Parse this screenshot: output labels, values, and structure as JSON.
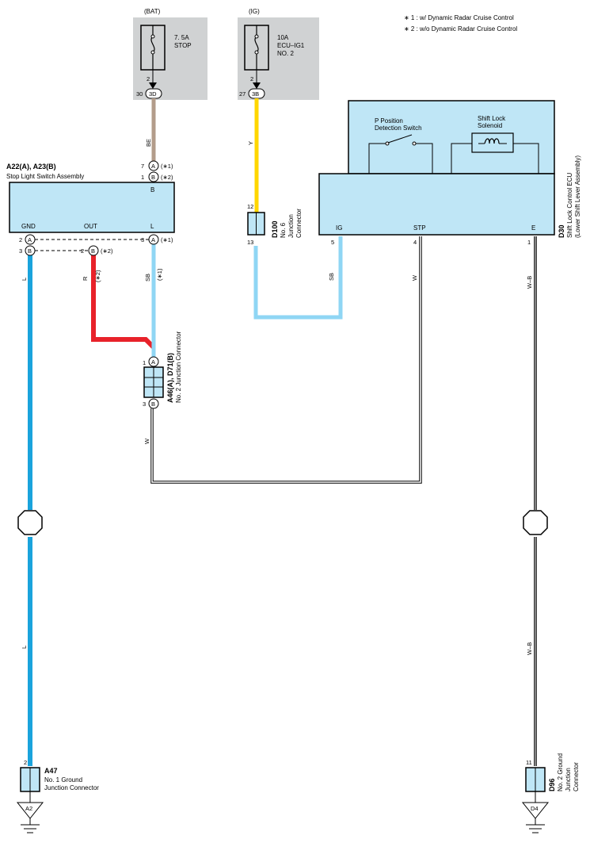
{
  "legend": {
    "note1": "∗ 1 : w/ Dynamic Radar Cruise Control",
    "note2": "∗ 2 : w/o Dynamic Radar Cruise Control"
  },
  "fuses": {
    "bat": {
      "source": "(BAT)",
      "rating": "7. 5A",
      "name": "STOP",
      "pin": "2",
      "connector": "3D",
      "conn_pin": "30"
    },
    "ig": {
      "source": "(IG)",
      "rating": "10A",
      "name1": "ECU–IG1",
      "name2": "NO. 2",
      "pin": "2",
      "connector": "3B",
      "conn_pin": "27"
    }
  },
  "wires": {
    "be": "BE",
    "y": "Y",
    "l_top": "L",
    "l_bottom": "L",
    "r": "R",
    "sb_left": "SB",
    "sb_mid": "SB",
    "w_left": "W",
    "w_right": "W",
    "wb_top": "W–B",
    "wb_bottom": "W–B",
    "star1_sb": "(∗1)",
    "star2_r": "(∗2)"
  },
  "stop_light_switch": {
    "id": "A22(A), A23(B)",
    "name": "Stop Light Switch Assembly",
    "terminal_b": "B",
    "terminal_gnd": "GND",
    "terminal_out": "OUT",
    "terminal_l": "L",
    "pin_top_a": "7",
    "conn_top_a": "A",
    "note_top_a": "(∗1)",
    "pin_top_b": "1",
    "conn_top_b": "B",
    "note_top_b": "(∗2)",
    "pin_gnd_a": "2",
    "conn_gnd_a": "A",
    "pin_gnd_b": "3",
    "conn_gnd_b": "B",
    "pin_out_b": "2",
    "conn_out_b": "B",
    "note_out_b": "(∗2)",
    "pin_l_a": "3",
    "conn_l_a": "A",
    "note_l_a": "(∗1)"
  },
  "d100": {
    "id": "D100",
    "line1": "No. 6",
    "line2": "Junction",
    "line3": "Connector",
    "pin_in": "12",
    "pin_out": "13"
  },
  "d30": {
    "id": "D30",
    "line1": "Shift Lock Control ECU",
    "line2": "(Lower Shift Lever Assembly)",
    "p_switch1": "P Position",
    "p_switch2": "Detection Switch",
    "solenoid1": "Shift Lock",
    "solenoid2": "Solenoid",
    "terminal_ig": "IG",
    "terminal_stp": "STP",
    "terminal_e": "E",
    "pin_ig": "5",
    "pin_stp": "4",
    "pin_e": "1"
  },
  "a46": {
    "id": "A46(A), D71(B)",
    "name": "No. 2 Junction Connector",
    "pin_a": "1",
    "conn_a": "A",
    "pin_b": "3",
    "conn_b": "B"
  },
  "a47": {
    "id": "A47",
    "line1": "No.  1 Ground",
    "line2": "Junction Connector",
    "pin": "2",
    "ground": "A2"
  },
  "d96": {
    "id": "D96",
    "line1": "No.  2 Ground",
    "line2": "Junction",
    "line3": "Connector",
    "pin": "11",
    "ground": "D4"
  },
  "colors": {
    "wire_be": "#b39c8a",
    "wire_y": "#ffd700",
    "wire_l": "#1aa3dc",
    "wire_r": "#e8222a",
    "wire_sb": "#8fd6f4",
    "box_blue": "#bfe6f6",
    "box_grey": "#d0d2d3"
  }
}
